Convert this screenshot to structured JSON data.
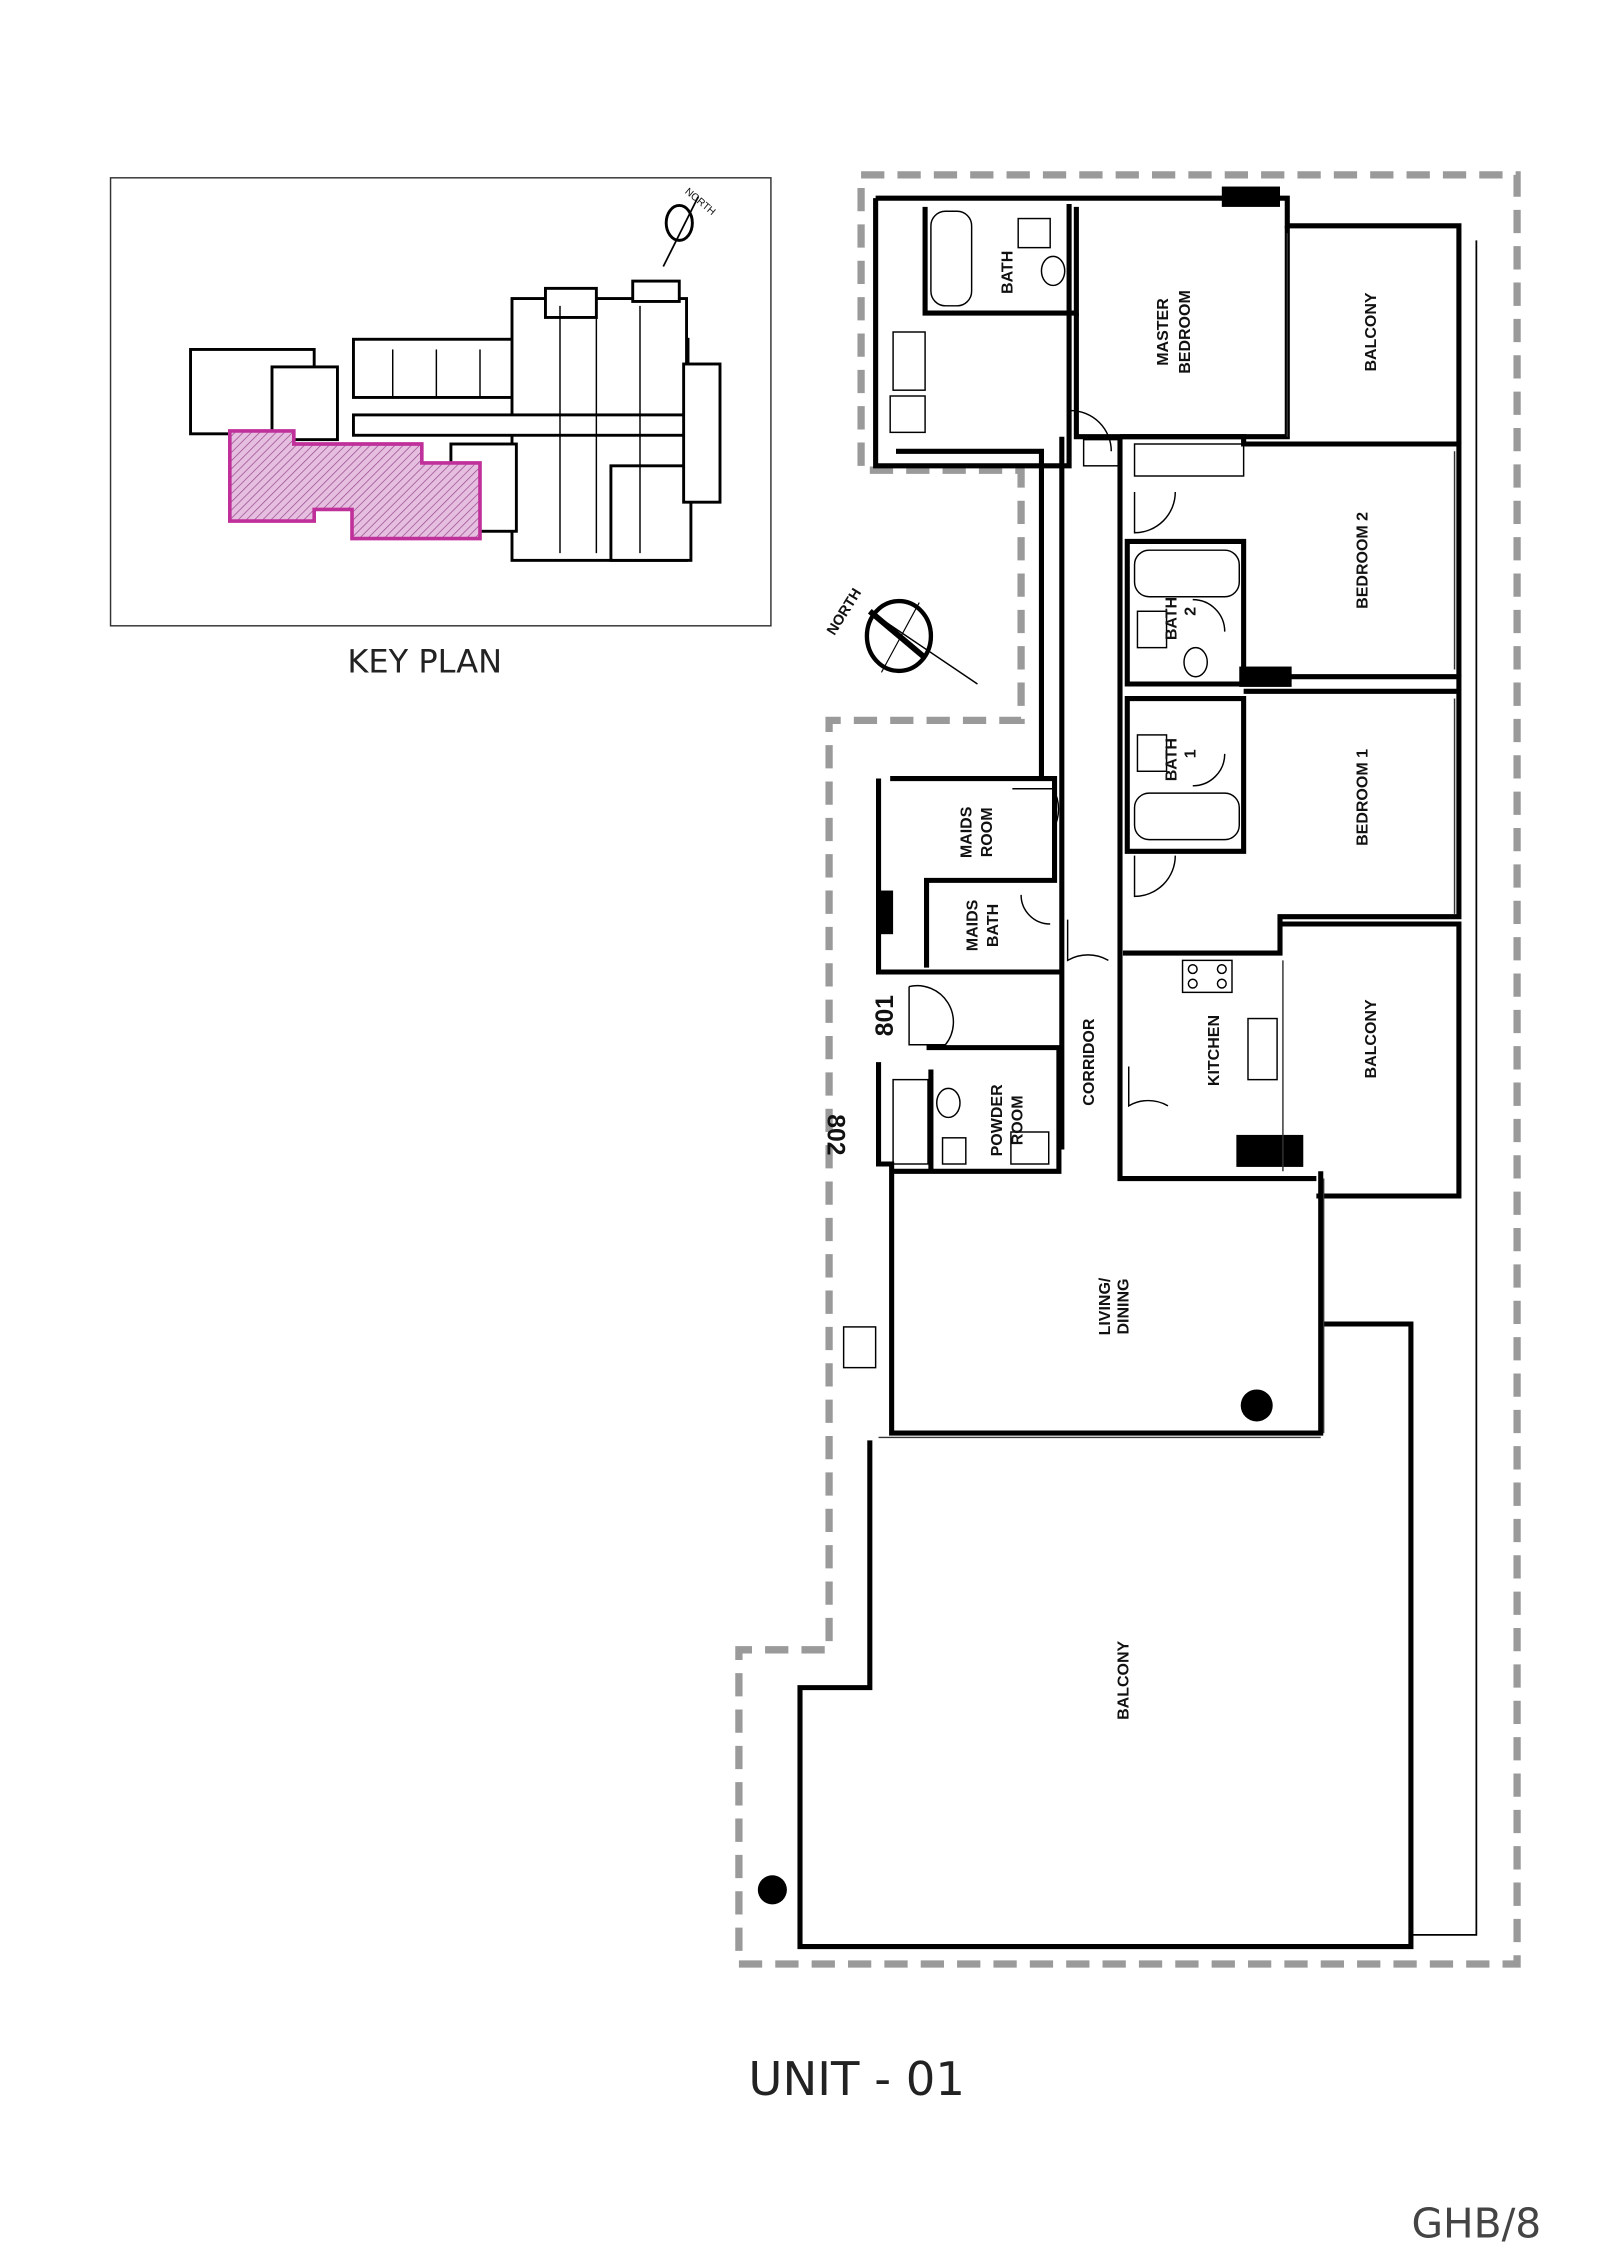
{
  "key_plan": {
    "title": "KEY PLAN",
    "north_label": "NORTH",
    "highlight_color": "#c0309a"
  },
  "plan": {
    "north_label": "NORTH",
    "rooms": {
      "bath": "BATH",
      "master_bedroom_1": "MASTER",
      "master_bedroom_2": "BEDROOM",
      "balcony_top": "BALCONY",
      "bedroom2": "BEDROOM 2",
      "bath2_a": "BATH",
      "bath2_b": "2",
      "bedroom1": "BEDROOM 1",
      "bath1_a": "BATH",
      "bath1_b": "1",
      "maids_room_a": "MAIDS",
      "maids_room_b": "ROOM",
      "maids_bath_a": "MAIDS",
      "maids_bath_b": "BATH",
      "corridor": "CORRIDOR",
      "powder_a": "POWDER",
      "powder_b": "ROOM",
      "kitchen": "KITCHEN",
      "balcony_mid": "BALCONY",
      "living_a": "LIVING/",
      "living_b": "DINING",
      "balcony_big": "BALCONY"
    },
    "unit_801": "801",
    "unit_802": "802"
  },
  "unit_title": "UNIT - 01",
  "sheet_ref": "GHB/8"
}
